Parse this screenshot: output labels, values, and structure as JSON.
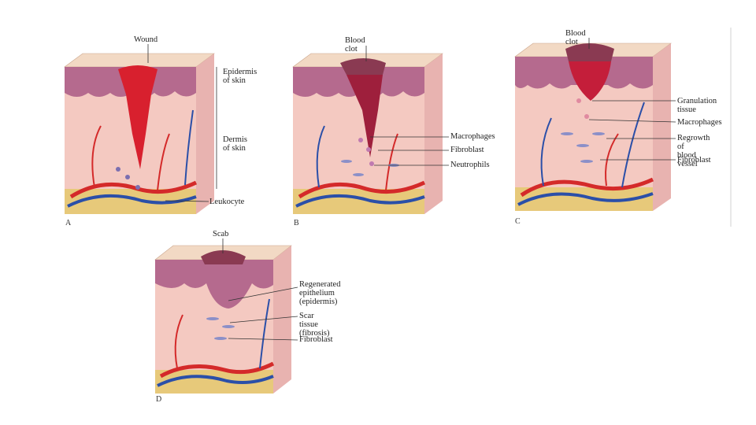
{
  "panels": {
    "a": {
      "letter": "A",
      "labels": {
        "wound": "Wound",
        "epidermis": "Epidermis\nof skin",
        "dermis": "Dermis\nof skin",
        "leukocyte": "Leukocyte"
      }
    },
    "b": {
      "letter": "B",
      "labels": {
        "blood_clot": "Blood clot",
        "macrophages": "Macrophages",
        "fibroblast": "Fibroblast",
        "neutrophils": "Neutrophils"
      }
    },
    "c": {
      "letter": "C",
      "labels": {
        "blood_clot": "Blood clot",
        "granulation": "Granulation\ntissue",
        "macrophages": "Macrophages",
        "regrowth": "Regrowth of\nblood vessel",
        "fibroblast": "Fibroblast"
      }
    },
    "d": {
      "letter": "D",
      "labels": {
        "scab": "Scab",
        "regenerated": "Regenerated\nepithelium\n(epidermis)",
        "scar": "Scar tissue\n(fibrosis)",
        "fibroblast": "Fibroblast"
      }
    }
  },
  "colors": {
    "surface": "#f2d9c4",
    "epidermis": "#b56a8e",
    "dermis": "#f4c9c1",
    "fat": "#e7c97a",
    "artery": "#d42a2a",
    "vein": "#2b4fa8",
    "wound": "#d8202e",
    "clot": "#9e1f3c",
    "scab": "#8a3a52"
  }
}
